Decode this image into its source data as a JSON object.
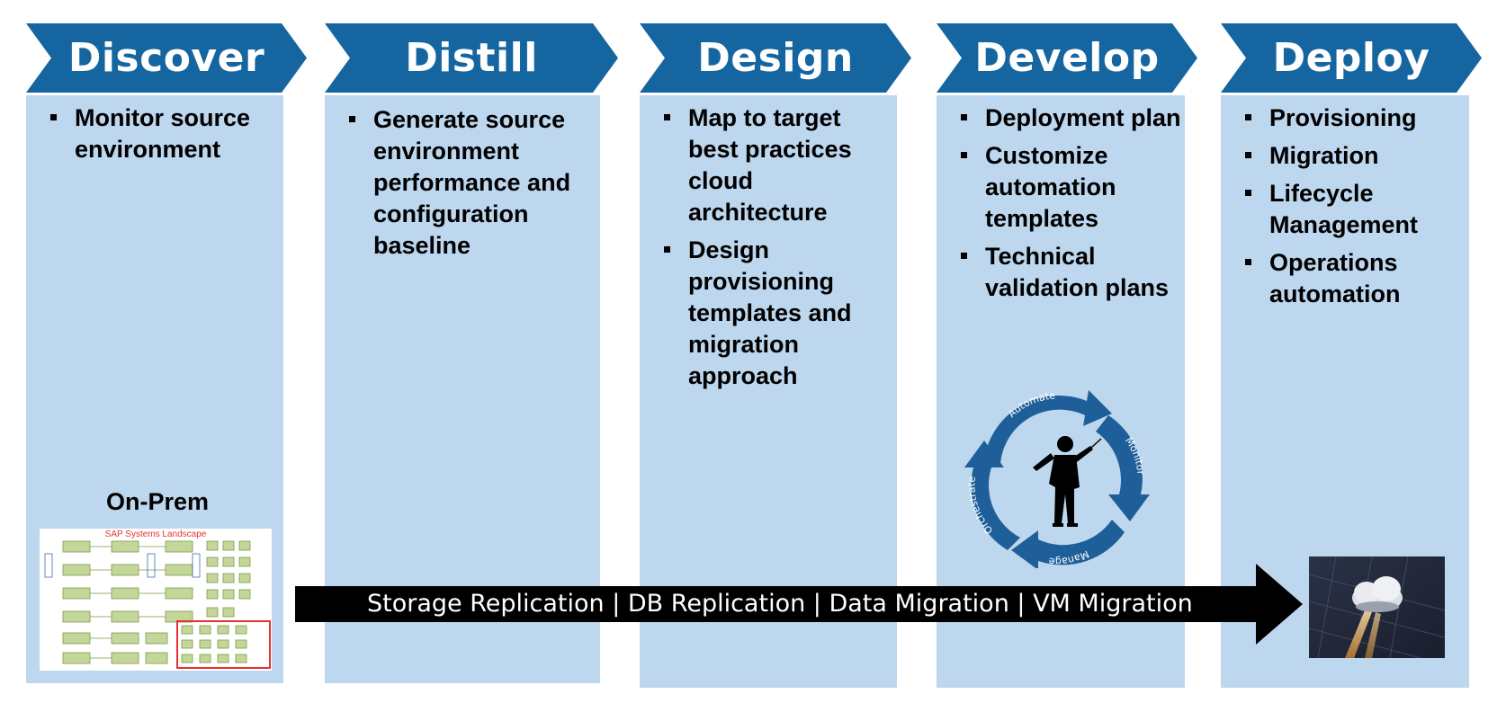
{
  "phases": [
    {
      "title": "Discover",
      "bullets": [
        "Monitor source environment"
      ]
    },
    {
      "title": "Distill",
      "bullets": [
        "Generate source environment performance and configuration baseline"
      ]
    },
    {
      "title": "Design",
      "bullets": [
        "Map to target best practices cloud architecture",
        "Design provisioning templates and migration approach"
      ]
    },
    {
      "title": "Develop",
      "bullets": [
        "Deployment plan",
        "Customize automation templates",
        "Technical validation plans"
      ]
    },
    {
      "title": "Deploy",
      "bullets": [
        "Provisioning",
        "Migration",
        "Lifecycle Management",
        "Operations automation"
      ]
    }
  ],
  "on_prem": {
    "label": "On-Prem",
    "landscape_title": "SAP Systems Landscape"
  },
  "migration_arrow": {
    "text": "Storage Replication | DB Replication | Data Migration | VM Migration"
  },
  "cycle": {
    "labels": [
      "Automate",
      "Monitor",
      "Manage",
      "Orchestrate"
    ]
  },
  "colors": {
    "banner": "#1565a0",
    "column": "#bdd7ee",
    "arrow": "#000000",
    "highlight_box": "#e3342f",
    "landscape_title": "#e3342f"
  }
}
